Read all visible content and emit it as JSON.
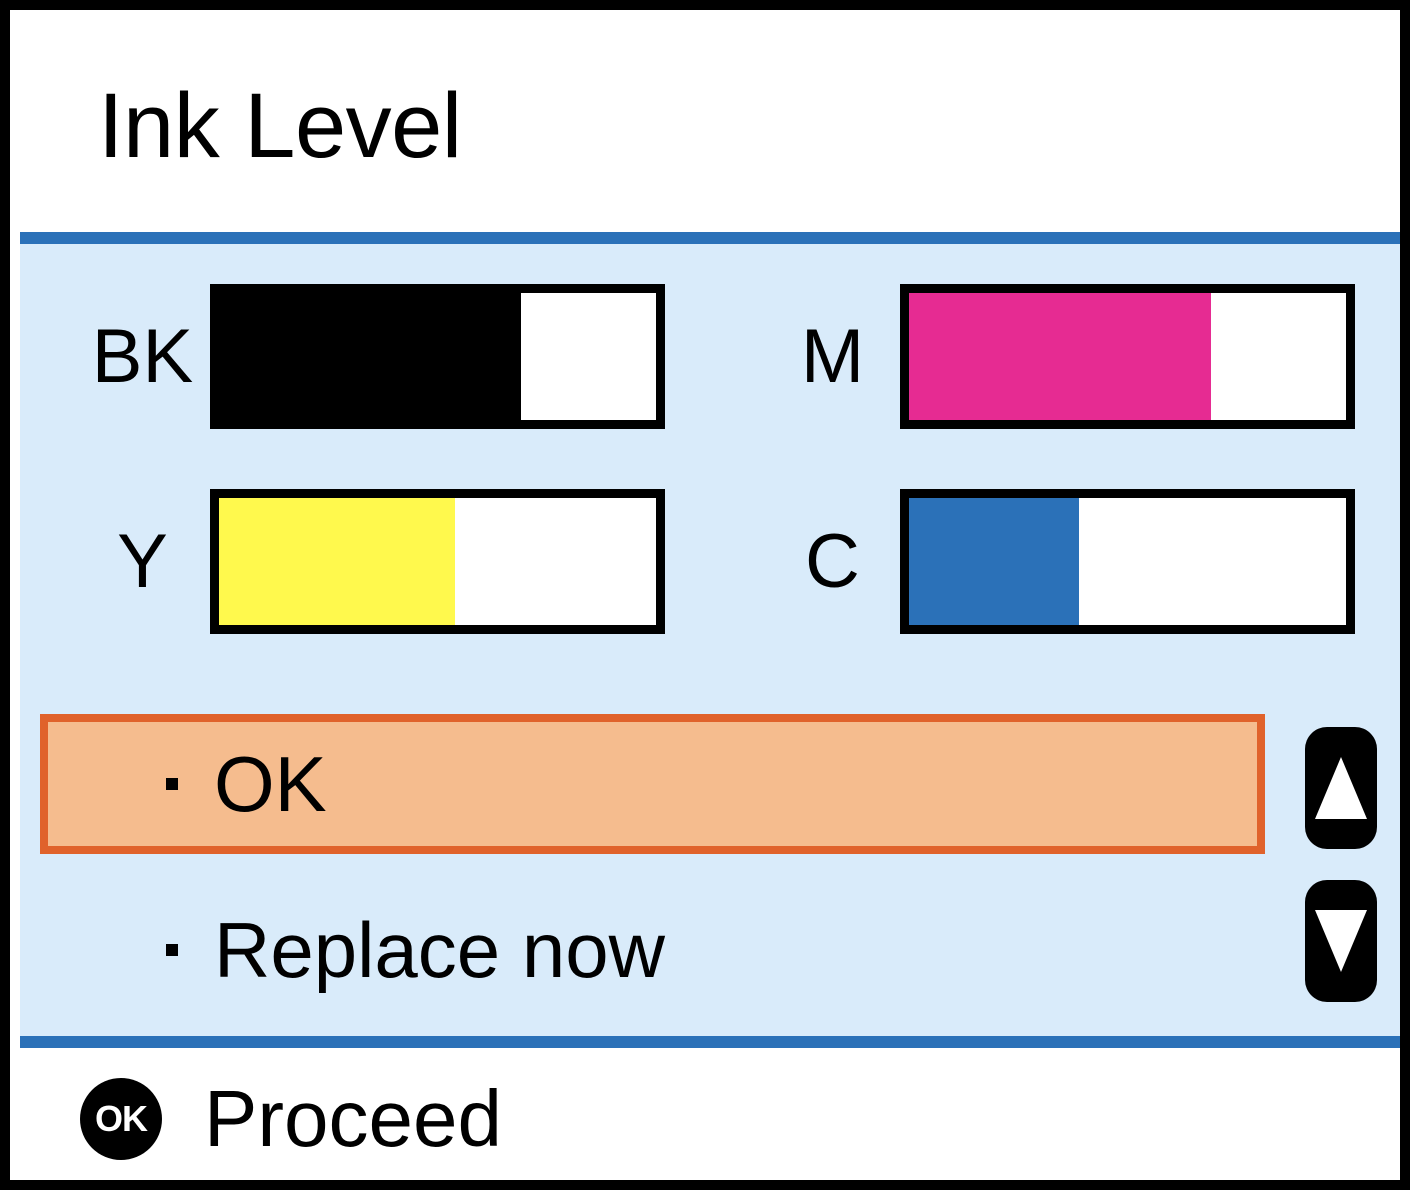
{
  "header": {
    "title": "Ink Level"
  },
  "colors": {
    "panel_background": "#D9EBFA",
    "divider": "#2B71B8",
    "selection_fill": "#F5BC8E",
    "selection_border": "#E0622B",
    "frame": "#000000"
  },
  "ink_levels": [
    {
      "code": "BK",
      "name": "black",
      "percent": 69,
      "color": "#000000"
    },
    {
      "code": "M",
      "name": "magenta",
      "percent": 69,
      "color": "#E62B92"
    },
    {
      "code": "Y",
      "name": "yellow",
      "percent": 54,
      "color": "#FFF94D"
    },
    {
      "code": "C",
      "name": "cyan",
      "percent": 39,
      "color": "#2B71B8"
    }
  ],
  "menu": {
    "items": [
      {
        "label": "OK",
        "selected": true
      },
      {
        "label": "Replace now",
        "selected": false
      }
    ]
  },
  "scroll": {
    "up_icon": "triangle-up-icon",
    "down_icon": "triangle-down-icon"
  },
  "footer": {
    "badge": "OK",
    "label": "Proceed"
  }
}
